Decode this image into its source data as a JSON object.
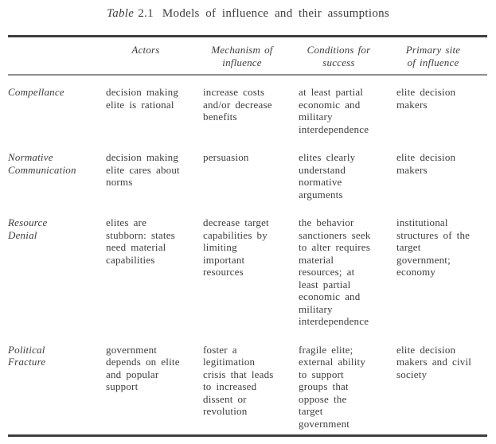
{
  "caption": {
    "table_word": "Table",
    "table_number": "2.1",
    "text": "Models of influence and their assumptions"
  },
  "colors": {
    "text": "#3d3d3d",
    "rule_dark": "#3f3f3f",
    "rule_gray": "#8f8f8f",
    "background": "#ffffff"
  },
  "table": {
    "headers": [
      [],
      [
        "Actors"
      ],
      [
        "Mechanism of",
        "influence"
      ],
      [
        "Conditions for",
        "success"
      ],
      [
        "Primary site",
        "of influence"
      ]
    ],
    "rows": [
      {
        "model": [
          "Compellance"
        ],
        "actors": [
          "decision making",
          "elite is rational"
        ],
        "mechanism": [
          "increase costs",
          "and/or decrease",
          "benefits"
        ],
        "conditions": [
          "at least partial",
          "economic and",
          "military",
          "interdependence"
        ],
        "site": [
          "elite decision",
          "makers"
        ]
      },
      {
        "model": [
          "Normative",
          "Communication"
        ],
        "actors": [
          "decision making",
          "elite cares about",
          "norms"
        ],
        "mechanism": [
          "persuasion"
        ],
        "conditions": [
          "elites clearly",
          "understand",
          "normative",
          "arguments"
        ],
        "site": [
          "elite decision",
          "makers"
        ]
      },
      {
        "model": [
          "Resource",
          "Denial"
        ],
        "actors": [
          "elites are",
          "stubborn: states",
          "need material",
          "capabilities"
        ],
        "mechanism": [
          "decrease target",
          "capabilities by",
          "limiting",
          "important",
          "resources"
        ],
        "conditions": [
          "the behavior",
          "sanctioners seek",
          "to alter requires",
          "material",
          "resources; at",
          "least partial",
          "economic and",
          "military",
          "interdependence"
        ],
        "site": [
          "institutional",
          "structures of the",
          "target",
          "government;",
          "economy"
        ]
      },
      {
        "model": [
          "Political",
          "Fracture"
        ],
        "actors": [
          "government",
          "depends on elite",
          "and popular",
          "support"
        ],
        "mechanism": [
          "foster a",
          "legitimation",
          "crisis that leads",
          "to increased",
          "dissent or",
          "revolution"
        ],
        "conditions": [
          "fragile elite;",
          "external ability",
          "to support",
          "groups that",
          "oppose the",
          "target",
          "government"
        ],
        "site": [
          "elite decision",
          "makers and civil",
          "society"
        ]
      }
    ]
  }
}
